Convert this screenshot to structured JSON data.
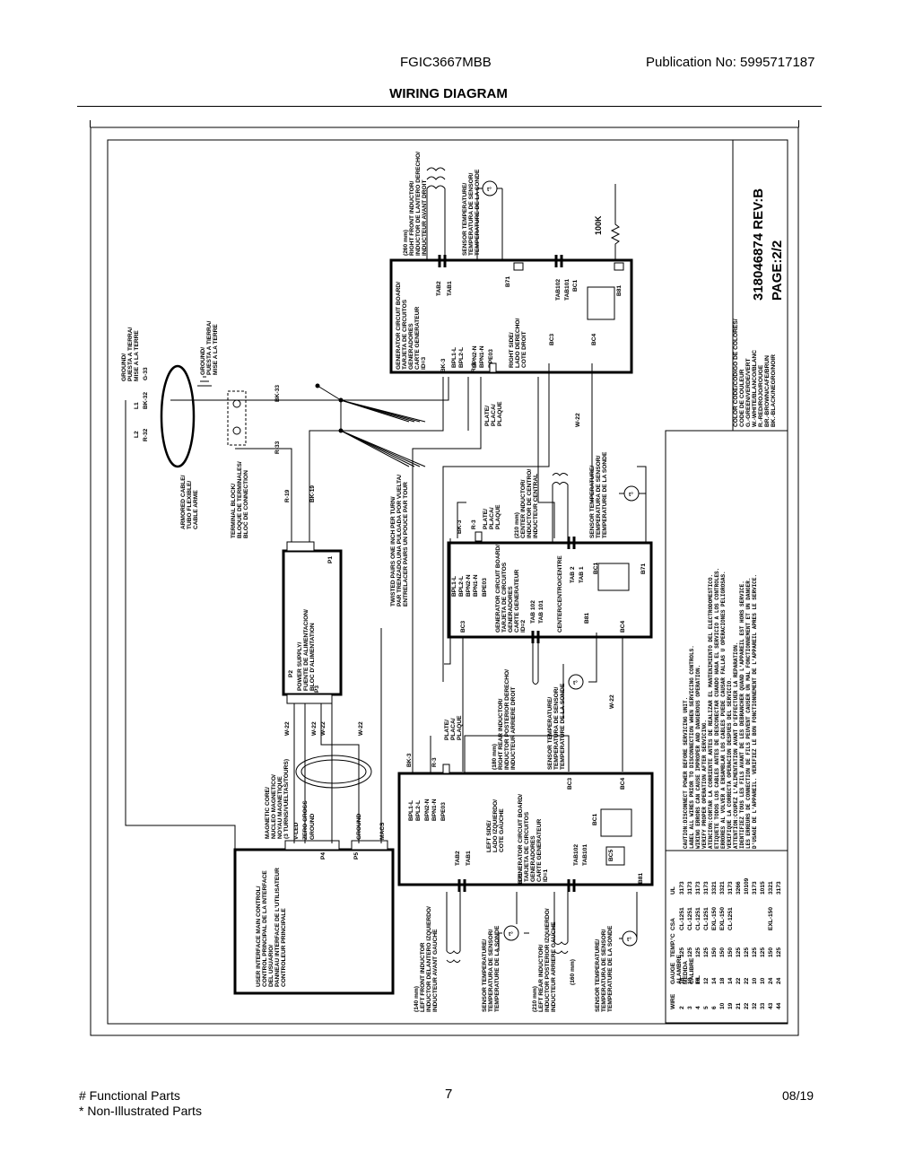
{
  "header": {
    "model": "FGIC3667MBB",
    "publication": "Publication No:  5995717187",
    "title": "WIRING DIAGRAM"
  },
  "footer": {
    "functional": "# Functional Parts",
    "non_illustrated": "* Non-Illustrated Parts",
    "page": "7",
    "date": "08/19"
  },
  "diagram": {
    "part_number": "318046874  REV:B",
    "page": "PAGE:2/2",
    "top_labels": {
      "ground1": [
        "GROUND/",
        "PUESTA A TIERRA/",
        "MISE A LA TERRE"
      ],
      "ground2": [
        "GROUND/",
        "PUESTA A TIERRA/",
        "MISE A LA TERRE"
      ],
      "l1": "L1",
      "l2": "L2",
      "g33": "G-33",
      "bk32": "BK-32",
      "r32": "R-32",
      "bk33": "BK-33",
      "r33": "R-33",
      "r19": "R-19",
      "bk19": "BK-19",
      "armored": [
        "ARMORED CABLE/",
        "TUBO FLEXIBLE/",
        "CABLE ARME"
      ],
      "terminal": [
        "TERMINAL BLOCK/",
        "BLOQUE DE TERMINALES/",
        "BLOC DE CONNECTION"
      ],
      "twisted": [
        "TWISTED PAIRS ONE INCH PER TURN/",
        "PAR TRENZADO,UNA PULGADA POR VUELTA/",
        "ENTRELACER PAIRS UN POUCE PAR TOUR"
      ]
    },
    "power_supply": [
      "POWER SUPPLY/",
      "FUENTE DE ALIMENTACION/",
      "BLOC D'ALIMENTATION"
    ],
    "power_supply_pins": {
      "p1": "P1",
      "p2": "P2",
      "p3": "P3",
      "six": "6",
      "one": "1"
    },
    "magnetic_core": [
      "MAGNETIC CORE/",
      "NUCLEO MAGNETICO/",
      "NOYAU MAGNETIQUE",
      "(3 TURNS/VUELTAS/TOURS)"
    ],
    "wire_labels": {
      "w22": "W-22",
      "bk3": "BK-3",
      "r3": "R-3",
      "vled": "V-LED",
      "zero": "ZERO CROSS",
      "gnd": "GROUND",
      "macs": "MACS",
      "p4": "P4",
      "p5": "P5"
    },
    "ui_board": [
      "USER INTERFACE MAIN CONTROL/",
      "CONTROL PRINCIPAL DE LA INTERFACE",
      "DEL USUARIO/",
      "PANNEAU INTERFACE DE L'UTILISATEUR",
      "CONTROLEUR PRINCIPALE"
    ],
    "right_board": {
      "title": [
        "GENERATOR CIRCUIT BOARD/",
        "TARJETA DE CIRCUITOS",
        "GENERADORES",
        "CARTE GENERATEUR",
        "ID=3"
      ],
      "side": [
        "RIGHT SIDE/",
        "LADO DERECHO/",
        "COTE DROIT"
      ],
      "inductor": [
        "(260 mm)",
        "RIGHT FRONT INDUCTOR/",
        "INDUCTOR DE LANTERO DERECHO/",
        "INDUCTEUR AVANT DROIT"
      ],
      "sensor": [
        "SENSOR TEMPERATURE/",
        "TEMPERATURA DE SENSOR/",
        "TEMPERATURE DE LA SONDE"
      ],
      "pins": [
        "BPL1-L",
        "BPL2-L",
        "BPN2-N",
        "BPN1-N",
        "BPE03",
        "TAB2",
        "TAB1",
        "B71",
        "TAB102",
        "TAB101",
        "BC1",
        "B81",
        "BC3",
        "BC4"
      ],
      "resistor": "100K"
    },
    "center_board": {
      "title": [
        "GENERATOR CIRCUIT BOARD/",
        "TARJETA DE CIRCUITOS",
        "GENERADORES",
        "CARTE GENERATEUR",
        "ID=2"
      ],
      "side": [
        "CENTER/CENTRO/CENTRE"
      ],
      "inductor": [
        "(210 mm)",
        "CENTER INDUCTOR/",
        "INDUCTOR DE CENTRO/",
        "INDUCTEUR CENTRAL"
      ],
      "sensor": [
        "SENSOR TEMPERATURE/",
        "TEMPERATURA DE SENSOR/",
        "TEMPERATURE DE LA SONDE"
      ],
      "pins": [
        "BPL1-L",
        "BPL2-L",
        "BPN2-N",
        "BPN1-N",
        "BPE03",
        "TAB 2",
        "TAB 1",
        "B71",
        "TAB 102",
        "TAB 101",
        "BC1",
        "B81",
        "BC3",
        "BC4"
      ]
    },
    "rear_right": [
      "(180 mm)",
      "RIGHT REAR INDUCTOR/",
      "INDUCTOR POSTERIOR DERECHO/",
      "INDUCTEUR ARRIERE DROIT"
    ],
    "rear_sensor": [
      "SENSOR TEMPERATURE/",
      "TEMPERATURA DE SENSOR/",
      "TEMPERATURE DE LA SONDE"
    ],
    "left_board": {
      "title": [
        "GENERATOR CIRCUIT BOARD/",
        "TARJETA DE CIRCUITOS",
        "GENERADORES",
        "CARTE GENERATEUR",
        "ID=1"
      ],
      "side": [
        "LEFT SIDE/",
        "LADO IZQUIERDO/",
        "COTE GAUCHE"
      ],
      "pins": [
        "BPL1-L",
        "BPL2-L",
        "BPN2-N",
        "BPN1-N",
        "BPE03",
        "TAB2",
        "TAB1",
        "B71",
        "TAB102",
        "TAB101",
        "BC1",
        "BC5",
        "B81",
        "BC3",
        "BC4"
      ]
    },
    "left_front": [
      "(140 mm)",
      "LEFT FRONT INDUCTOR",
      "INDUCTOR DELANTERO IZQUIERDO/",
      "INDUCTEUR AVANT GAUCHE"
    ],
    "left_rear": [
      "(210 mm)",
      "LEFT REAR INDUCTOR/",
      "INDUCTOR POSTERIOR IZQUIERDO/",
      "INDUCTEUR ARRIERE GAUCHE",
      "(160 mm)"
    ],
    "plate": [
      "PLATE/",
      "PLACA/",
      "PLAQUE"
    ],
    "color_code": [
      "COLOR CODE/CODIGO DE COLORES/",
      "CODE DE COULEUR",
      "G.-GREEN/VERDE/VERT",
      "W.-WHITE/BLANCO/BLANC",
      "R.-RED/ROJO/ROUGE",
      "BR.-BROWN/CAFE/BRUN",
      "BK.-BLACK/NEGRO/NOIR"
    ],
    "caution": [
      "CAUTION:DISCONNECT POWER BEFORE SERVICING UNIT.",
      "         LABEL ALL WIRES PRIOR TO DISCONNECTION WHEN SERVICING CONTROLS.",
      "         WIRING ERRORS CAN CAUSE IMPROPER AND DANGEROUS OPERATION.",
      "         VERIFY PROPER OPERATION AFTER SERVICING.",
      "ATENCION:CORTAR LA CORRIENTE ANTES DE REALIZAR EL MANTENIMIENTO DEL ELECTRODOMESTICO.",
      "         ETIQUETE TODOS LOS CABLES ANTES DE DESCONECTAR CUANDO HAGA EL SERVICIO A LOS CONTROLES.",
      "         ERRORES AL VOLVER A ENSAMBLAR LOS CABLES PUEDE CAUSAR FALLAS U OPERACIONES PELIGROSAS.",
      "         VERIFIQUE LA CORRECTA OPERACION DESPUES DEL SERVICIO.",
      "ATTENTION:COUPEZ L'ALIMENTATION AVANT D'EFFECTUER LA REPARATION.",
      "         IDENTIFIEZ TOUS LES FILS AVANT DE LES DEBRANCHER QUAND L'APPAREIL EST HORS SERVICE.",
      "         LES ERREURS DE CONNECTION DE FILS PEUVENT CAUSER UN MAL FONCTIONNEMENT ET UN DANGER.",
      "         D'USAGE DE L'APPAREIL. VERIFIEZ LE BON FONCTIONNEMENT DE L'APPAREIL APRES LE SERVICE."
    ],
    "wire_table": {
      "headers": [
        "WIRE",
        "GAUGE",
        "TEMP.°C",
        "CSA",
        "UL"
      ],
      "sub": [
        "ALAMBRE",
        "MEDIDA",
        "CALIBRE",
        "FIL"
      ],
      "rows": [
        [
          "2",
          "16",
          "125",
          "CL-1251",
          "3173"
        ],
        [
          "3",
          "18",
          "125",
          "CL-1251",
          "3173"
        ],
        [
          "4",
          "16",
          "125",
          "CL-1251",
          "3173"
        ],
        [
          "5",
          "12",
          "125",
          "CL-1251",
          "3173"
        ],
        [
          "6",
          "14",
          "150",
          "EXL-150",
          "3321"
        ],
        [
          "10",
          "18",
          "150",
          "EXL-150",
          "3321"
        ],
        [
          "19",
          "14",
          "150",
          "CL-1251",
          "3173"
        ],
        [
          "21",
          "22",
          "125",
          "",
          "3266"
        ],
        [
          "22",
          "22",
          "125",
          "",
          "10109"
        ],
        [
          "32",
          "10",
          "125",
          "",
          "3173"
        ],
        [
          "33",
          "10",
          "125",
          "",
          "1015"
        ],
        [
          "43",
          "24",
          "150",
          "EXL-150",
          "3321"
        ],
        [
          "44",
          "24",
          "125",
          "",
          "3173"
        ]
      ]
    }
  }
}
